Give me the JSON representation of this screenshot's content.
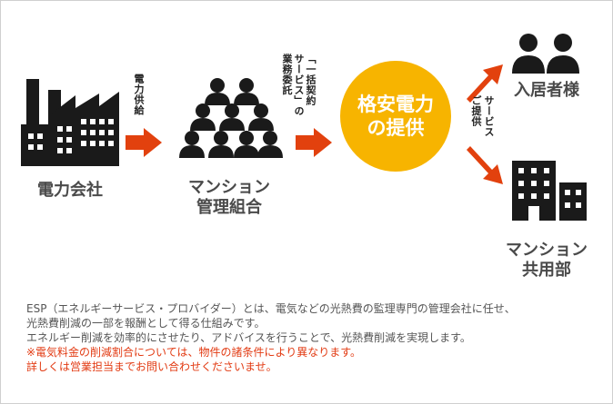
{
  "colors": {
    "icon": "#1a1a1a",
    "arrow": "#e2410e",
    "circle": "#f7b400",
    "label": "#4a4a4a",
    "note": "#e23a12"
  },
  "nodes": {
    "power_company": {
      "label": "電力会社",
      "icon": "factory-icon"
    },
    "mansion_union": {
      "label_line1": "マンション",
      "label_line2": "管理組合",
      "icon": "group-people-icon"
    },
    "center": {
      "text": "格安電力\nの提供"
    },
    "residents": {
      "label": "入居者様",
      "icon": "two-people-icon"
    },
    "common_area": {
      "label_line1": "マンション",
      "label_line2": "共用部",
      "icon": "building-icon"
    }
  },
  "arrows": {
    "power_supply": {
      "label": "電力供給"
    },
    "bulk_contract": {
      "label_line1": "「一括契約",
      "label_line2": "サービス」の",
      "label_line3": "業務委託"
    },
    "service_provide": {
      "label_line1": "サービス",
      "label_line2": "ご提供"
    }
  },
  "caption": {
    "line1": "ESP（エネルギーサービス・プロバイダー）とは、電気などの光熱費の監理専門の管理会社に任せ、",
    "line2": "光熱費削減の一部を報酬として得る仕組みです。",
    "line3": "エネルギー削減を効率的にさせたり、アドバイスを行うことで、光熱費削減を実現します。",
    "note1": "※電気料金の削減割合については、物件の諸条件により異なります。",
    "note2": "詳しくは営業担当までお問い合わせくださいませ。"
  }
}
